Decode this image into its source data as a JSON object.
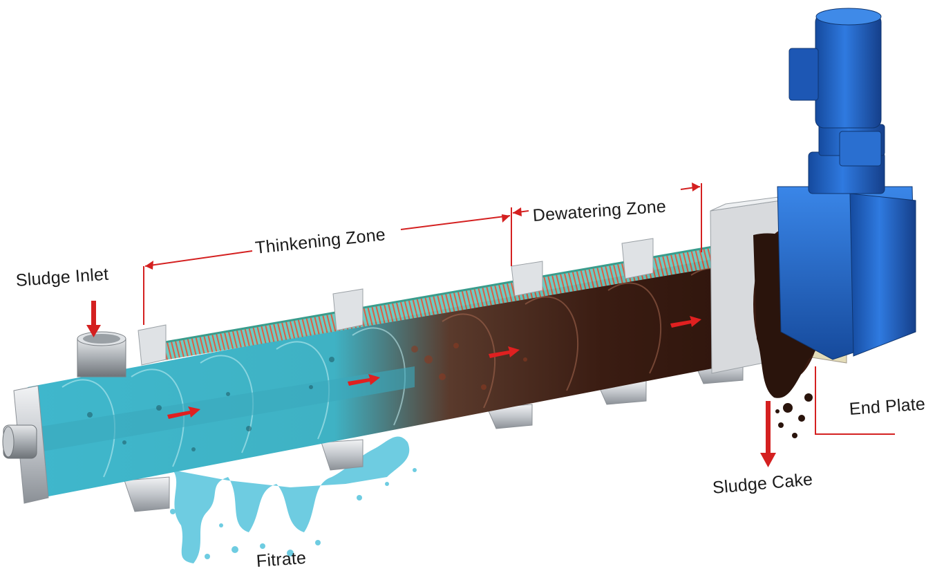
{
  "labels": {
    "sludge_inlet": "Sludge Inlet",
    "thickening_zone": "Thinkening Zone",
    "dewatering_zone": "Dewatering Zone",
    "end_plate": "End Plate",
    "sludge_cake": "Sludge Cake",
    "filtrate": "Fitrate"
  },
  "colors": {
    "annotation_red": "#d42020",
    "water_cyan": "#4fc6d8",
    "sludge_brown": "#4a2418",
    "motor_blue": "#1f5fc0",
    "steel": "#c8ccd0"
  }
}
